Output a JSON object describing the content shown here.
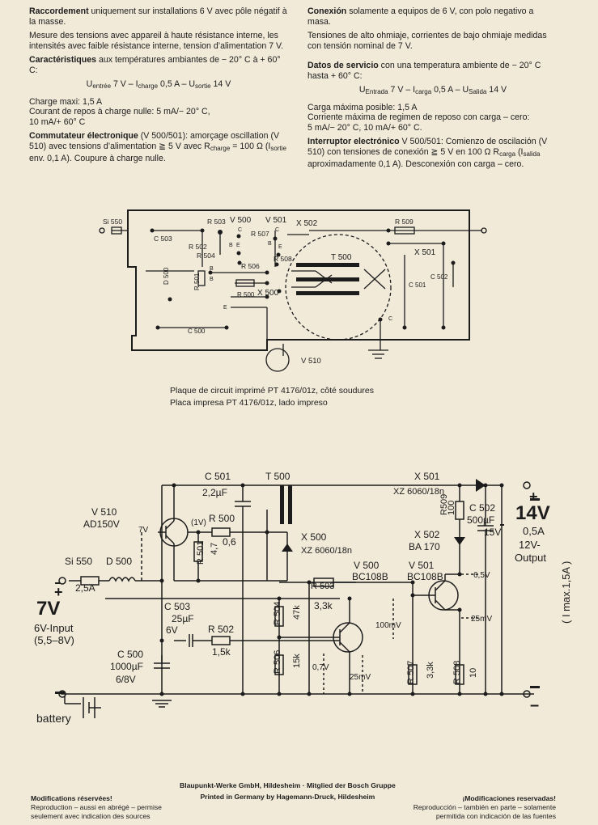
{
  "left_column": {
    "p1_bold": "Raccordement",
    "p1_text": " uniquement sur installations 6 V avec pôle négatif à la masse.",
    "p2_text": "Mesure des tensions avec appareil à haute résistance interne, les intensités avec faible résistance interne, tension d’alimentation 7 V.",
    "p3_bold": "Caractéristiques",
    "p3_text": " aux températures ambiantes de − 20° C à + 60° C:",
    "formula_u_in": "U",
    "formula_u_in_sub": "entrée",
    "formula_mid1": " 7 V – I",
    "formula_i_sub": "charge",
    "formula_mid2": " 0,5 A – U",
    "formula_u_out_sub": "sortie",
    "formula_end": " 14 V",
    "p4_line1": "Charge maxi: 1,5 A",
    "p4_line2": "Courant de repos à charge nulle: 5 mA/− 20° C,",
    "p4_line3": "10 mA/+ 60° C",
    "p5_bold": "Commutateur électronique",
    "p5_text1": " (V 500/501): amorçage oscillation (V 510) avec tensions d’alimentation ≧ 5 V avec R",
    "p5_sub1": "charge",
    "p5_text2": " = 100 Ω (I",
    "p5_sub2": "sortie",
    "p5_text3": " env. 0,1 A). Coupure à charge nulle."
  },
  "right_column": {
    "p1_bold": "Conexión",
    "p1_text": " solamente a equipos de 6 V, con polo negativo a masa.",
    "p2_text": "Tensiones de alto ohmiaje, corrientes de bajo ohmiaje medidas con tensión nominal de 7 V.",
    "p3_bold": "Datos de servicio",
    "p3_text": " con una temperatura ambiente de − 20° C hasta + 60° C:",
    "formula_u_in": "U",
    "formula_u_in_sub": "Entrada",
    "formula_mid1": " 7 V – I",
    "formula_i_sub": "carga",
    "formula_mid2": " 0,5 A – U",
    "formula_u_out_sub": "Salida",
    "formula_end": " 14 V",
    "p4_line1": "Carga máxima posible: 1,5 A",
    "p4_line2": "Corriente máxima de regimen de reposo con carga – cero:",
    "p4_line3": "5 mA/− 20° C, 10 mA/+ 60° C.",
    "p5_bold": "Interruptor electrónico",
    "p5_text1": " V 500/501: Comienzo de oscilación (V 510) con tensiones de conexión ≧ 5 V en 100 Ω R",
    "p5_sub1": "carga",
    "p5_text2": " (I",
    "p5_sub2": "salida",
    "p5_text3": " aproximadamente 0,1 A). Desconexión con carga – cero."
  },
  "pcb": {
    "labels": [
      "Si 550",
      "R 503",
      "V 500",
      "V 501",
      "X 502",
      "R 509",
      "C 503",
      "R 502",
      "R 504",
      "R 507",
      "R 506",
      "R 508",
      "D 500",
      "R 501",
      "R 500",
      "X 500",
      "T 500",
      "X 501",
      "C 501",
      "C 502",
      "C 500",
      "V 510"
    ],
    "pins": [
      "C",
      "B",
      "E",
      "B",
      "C",
      "B",
      "E",
      "B",
      "E",
      "C"
    ]
  },
  "captions": {
    "fr": "Plaque de circuit imprimé PT 4176/01z, côté soudures",
    "es": "Placa impresa PT 4176/01z, lado impreso"
  },
  "schematic": {
    "c501": "C 501",
    "c501_val": "2,2µF",
    "t500": "T 500",
    "x501": "X 501",
    "x501_val": "XZ 6060/18n",
    "v510": "V 510",
    "v510_val": "AD150V",
    "v_7": "7V",
    "v_1": "(1V)",
    "r500": "R 500",
    "r500_val": "0,6",
    "r501": "R 501",
    "r501_val": "4,7",
    "x500": "X 500",
    "x500_val": "XZ 6060/18n",
    "r509": "R509",
    "r509_val": "100",
    "c502": "C 502",
    "c502_val": "500µF",
    "c502_v": "15V",
    "x502": "X 502",
    "x502_val": "BA 170",
    "si550": "Si 550",
    "si550_val": "2,5A",
    "d500": "D 500",
    "v500": "V 500",
    "v500_val": "BC108B",
    "v501": "V 501",
    "v501_val": "BC108B",
    "r503": "R 503",
    "r503_val": "3,3k",
    "c503": "C 503",
    "c503_val": "25µF",
    "c503_v": "6V",
    "r502": "R 502",
    "r502_val": "1,5k",
    "r504": "R 504",
    "r504_val": "47k",
    "c500": "C 500",
    "c500_val": "1000µF",
    "c500_v": "6/8V",
    "r506": "R 506",
    "r506_val": "15k",
    "r507": "R 507",
    "r507_val": "3,3k",
    "r508": "R 508",
    "r508_val": "10",
    "m_65v": "6,5V",
    "m_25mv_a": "25mV",
    "m_100mv": "100mV",
    "m_07v": "0,7V",
    "m_25mv_b": "25mV",
    "in_v": "7V",
    "in_label": "6V-Input",
    "in_range": "(5,5–8V)",
    "out_v": "14V",
    "out_a": "0,5A",
    "out_label1": "12V-",
    "out_label2": "Output",
    "imax": "( I max.1,5A )",
    "plus": "+",
    "minus": "–",
    "battery": "battery"
  },
  "footer": {
    "left_bold": "Modifications réservées!",
    "left_l1": "Reproduction – aussi en abrégé – permise",
    "left_l2": "seulement avec indication des sources",
    "center_l1": "Blaupunkt-Werke GmbH, Hildesheim · Mitglied der Bosch Gruppe",
    "center_l2": "Printed in Germany by Hagemann-Druck, Hildesheim",
    "right_bold": "¡Modificaciones reservadas!",
    "right_l1": "Reproducción – también en parte – solamente",
    "right_l2": "permitida con indicación de las fuentes"
  }
}
